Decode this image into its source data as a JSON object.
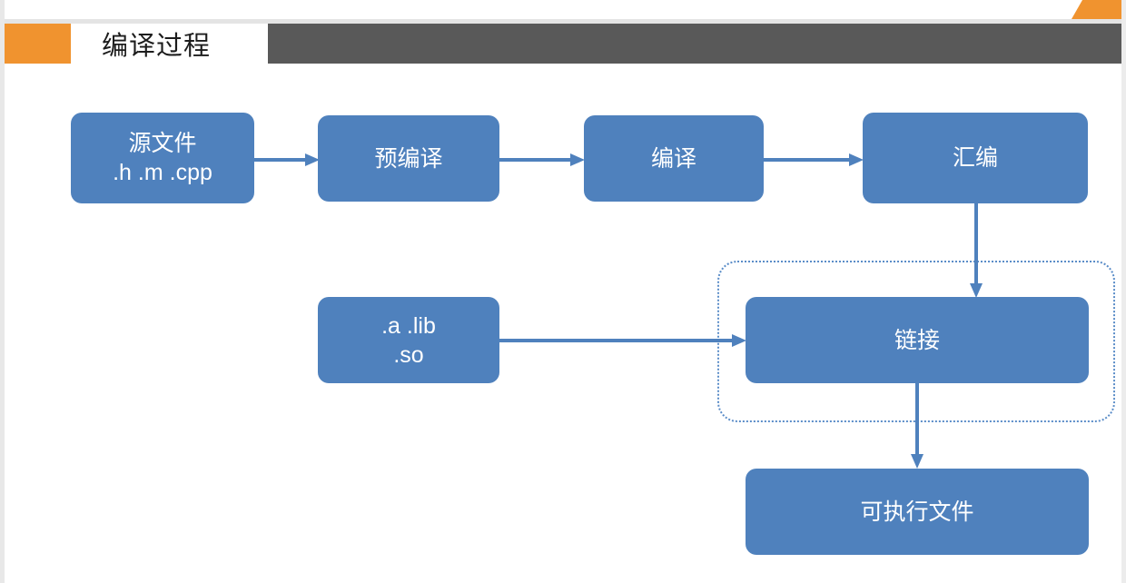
{
  "slide": {
    "title": "编译过程",
    "accent_orange": "#f0932f",
    "accent_grey": "#595959",
    "node_blue": "#4f81bd",
    "connector_blue": "#4f81bd",
    "dotted_blue": "#5b8dc8"
  },
  "nodes": {
    "source": {
      "line1": "源文件",
      "line2": ".h .m .cpp"
    },
    "precompile": {
      "line1": "预编译",
      "line2": ""
    },
    "compile": {
      "line1": "编译",
      "line2": ""
    },
    "assemble": {
      "line1": "汇编",
      "line2": ""
    },
    "libraries": {
      "line1": ".a .lib",
      "line2": ".so"
    },
    "link": {
      "line1": "链接",
      "line2": ""
    },
    "executable": {
      "line1": "可执行文件",
      "line2": ""
    }
  },
  "connectors": [
    {
      "name": "source-to-precompile",
      "direction": "right"
    },
    {
      "name": "precompile-to-compile",
      "direction": "right"
    },
    {
      "name": "compile-to-assemble",
      "direction": "right"
    },
    {
      "name": "assemble-to-link",
      "direction": "down"
    },
    {
      "name": "libraries-to-link",
      "direction": "right"
    },
    {
      "name": "link-to-executable",
      "direction": "down"
    }
  ],
  "group": {
    "name": "link-stage-group",
    "style": "dotted"
  }
}
